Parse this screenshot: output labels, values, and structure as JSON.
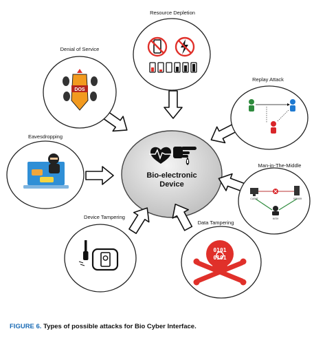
{
  "center": {
    "line1": "Bio-electronic",
    "line2": "Device"
  },
  "attacks": {
    "resource_depletion": "Resource Depletion",
    "denial_of_service": "Denial of Service",
    "replay_attack": "Replay Attack",
    "eavesdropping": "Eavesdropping",
    "man_in_the_middle": "Man-in-The-Middle",
    "device_tampering": "Device Tampering",
    "data_tampering": "Data Tampering"
  },
  "icon_text": {
    "dos": "DOS",
    "client": "CLIENT",
    "server": "SERVER",
    "mitm": "MITM",
    "binary_top": "0101",
    "binary_bottom": "0101"
  },
  "caption": {
    "figure": "FIGURE 6.",
    "text": "Types of possible attacks for Bio Cyber Interface."
  },
  "colors": {
    "accent": "#1a6bb5",
    "danger": "#e0302a",
    "center_fill": "#d9d9d9"
  }
}
